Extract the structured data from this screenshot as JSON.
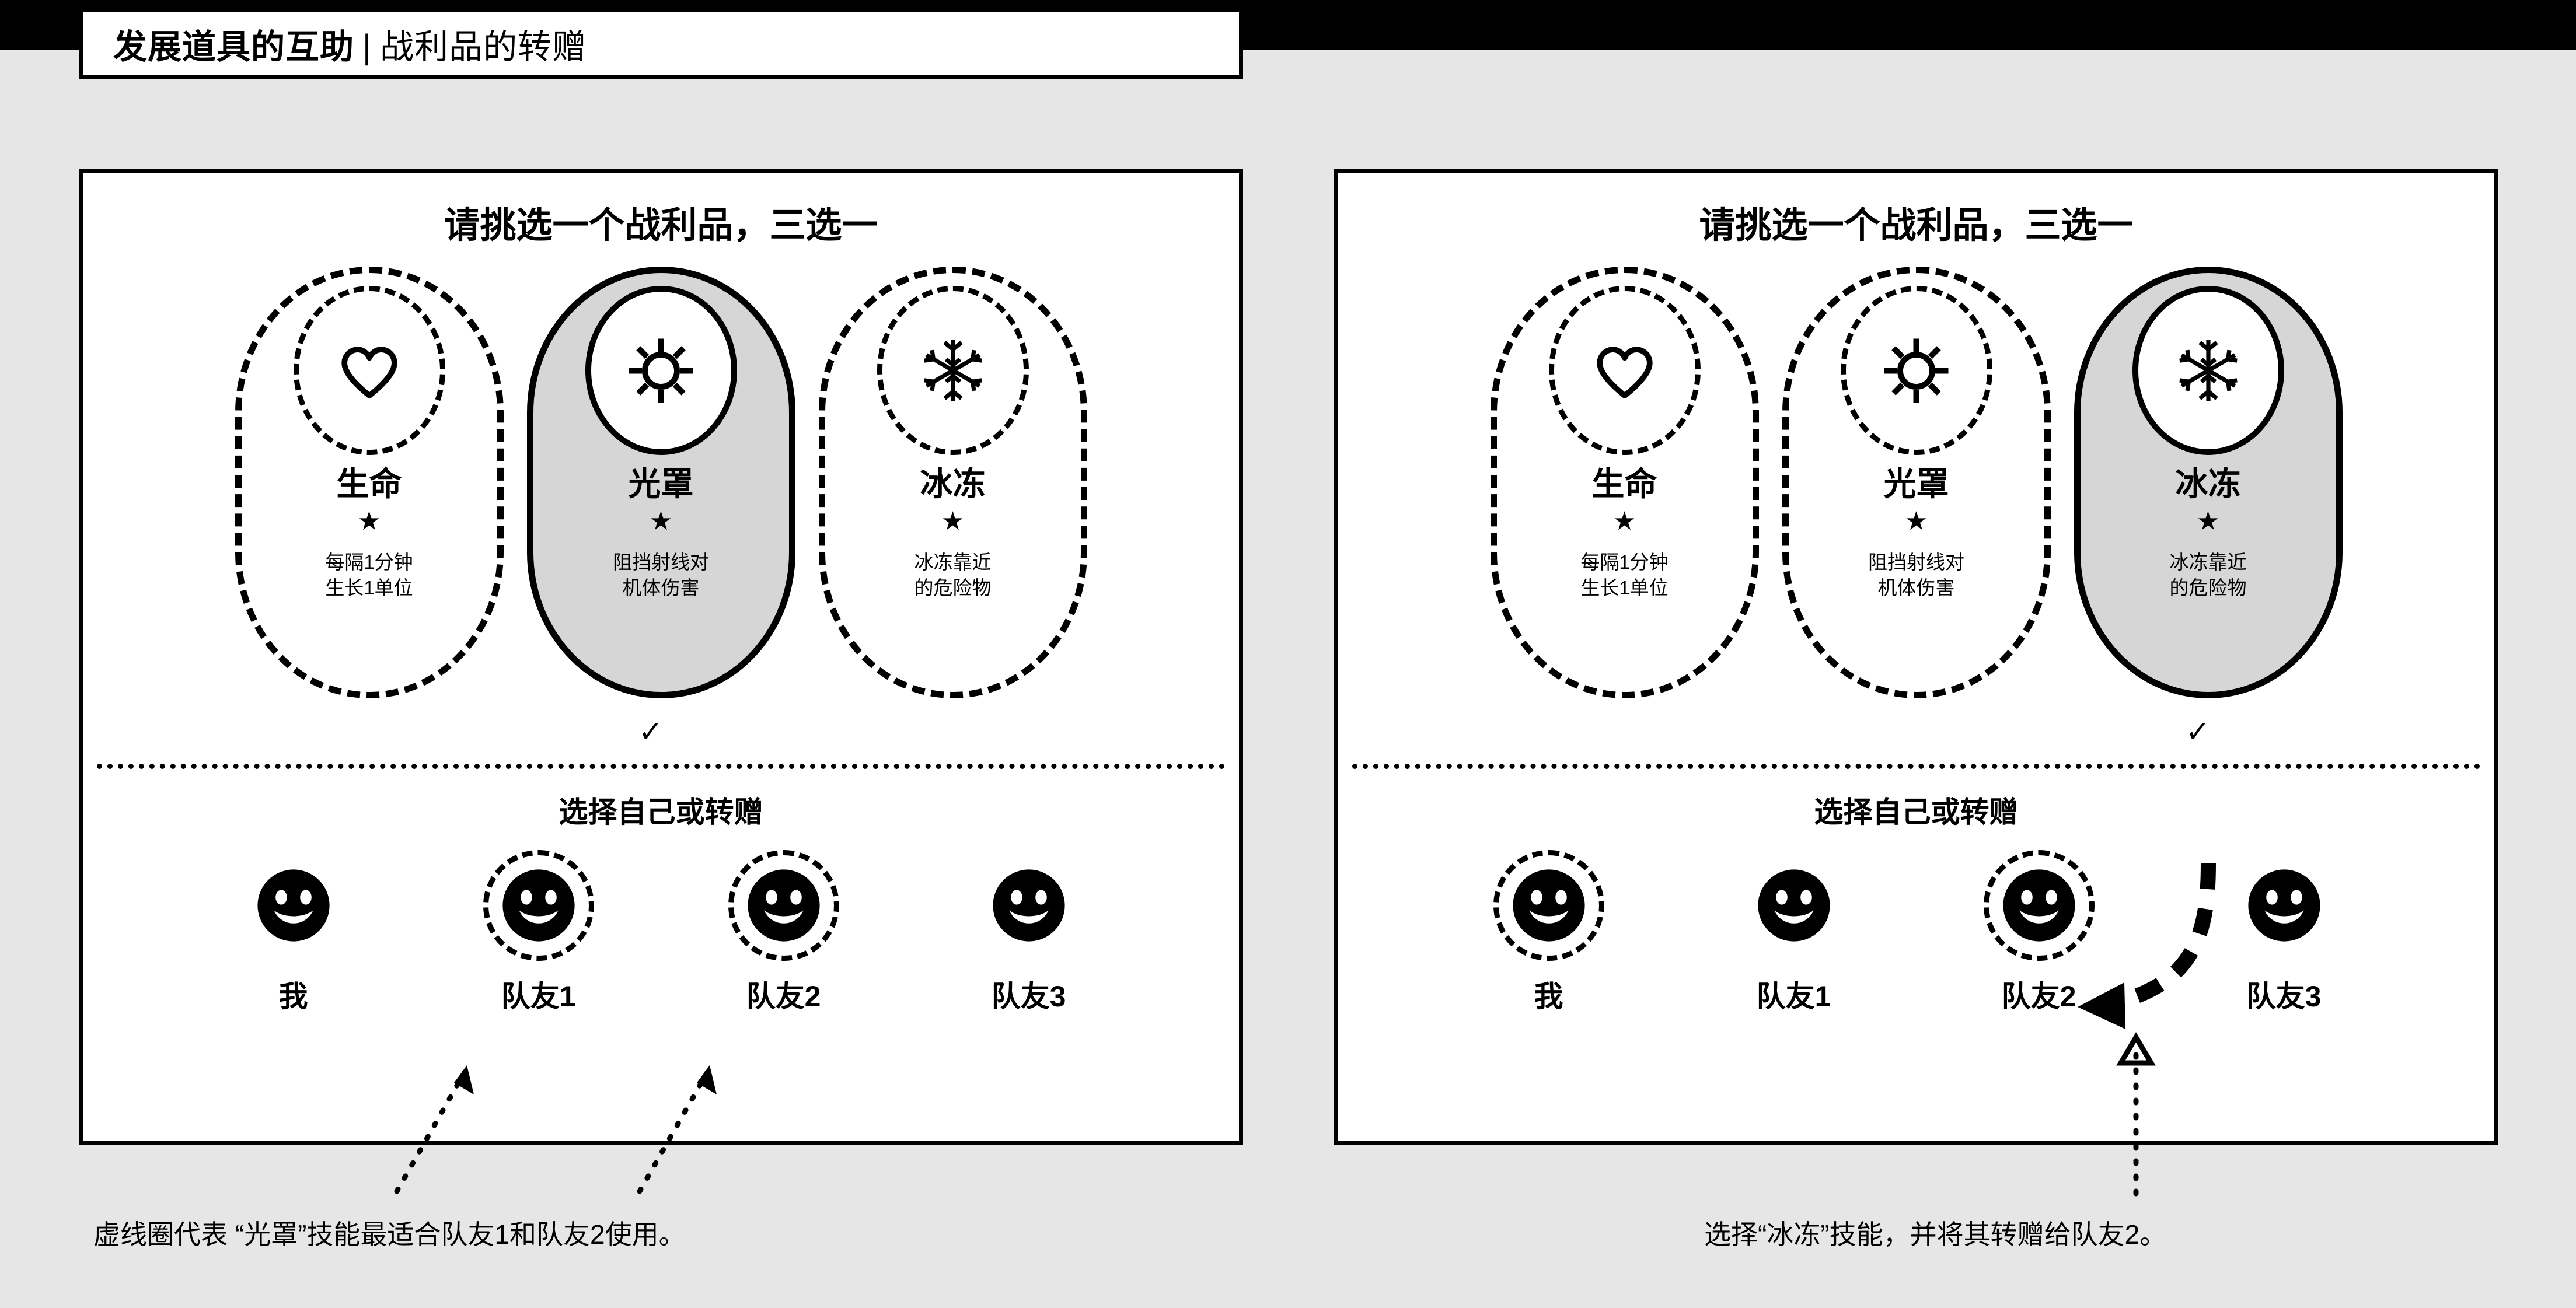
{
  "header": {
    "title_bold": "发展道具的互助",
    "title_separator": "|",
    "title_light": "战利品的转赠"
  },
  "panels": [
    {
      "id": "left",
      "heading": "请挑选一个战利品，三选一",
      "share_heading": "选择自己或转赠",
      "check_mark": "✓",
      "cards": [
        {
          "icon": "heart-icon",
          "name": "生命",
          "rarity": "★",
          "desc_line1": "每隔1分钟",
          "desc_line2": "生长1单位",
          "selected": false
        },
        {
          "icon": "shield-light-icon",
          "name": "光罩",
          "rarity": "★",
          "desc_line1": "阻挡射线对",
          "desc_line2": "机体伤害",
          "selected": true
        },
        {
          "icon": "snowflake-icon",
          "name": "冰冻",
          "rarity": "★",
          "desc_line1": "冰冻靠近",
          "desc_line2": "的危险物",
          "selected": false
        }
      ],
      "people": [
        {
          "label": "我",
          "highlighted": false
        },
        {
          "label": "队友1",
          "highlighted": true
        },
        {
          "label": "队友2",
          "highlighted": true
        },
        {
          "label": "队友3",
          "highlighted": false
        }
      ],
      "caption": "虚线圈代表 “光罩”技能最适合队友1和队友2使用。"
    },
    {
      "id": "right",
      "heading": "请挑选一个战利品，三选一",
      "share_heading": "选择自己或转赠",
      "check_mark": "✓",
      "cards": [
        {
          "icon": "heart-icon",
          "name": "生命",
          "rarity": "★",
          "desc_line1": "每隔1分钟",
          "desc_line2": "生长1单位",
          "selected": false
        },
        {
          "icon": "shield-light-icon",
          "name": "光罩",
          "rarity": "★",
          "desc_line1": "阻挡射线对",
          "desc_line2": "机体伤害",
          "selected": false
        },
        {
          "icon": "snowflake-icon",
          "name": "冰冻",
          "rarity": "★",
          "desc_line1": "冰冻靠近",
          "desc_line2": "的危险物",
          "selected": true
        }
      ],
      "people": [
        {
          "label": "我",
          "highlighted": true
        },
        {
          "label": "队友1",
          "highlighted": false
        },
        {
          "label": "队友2",
          "highlighted": true
        },
        {
          "label": "队友3",
          "highlighted": false
        }
      ],
      "caption": "选择“冰冻”技能，并将其转赠给队友2。"
    }
  ],
  "colors": {
    "background": "#e6e6e6",
    "panel": "#ffffff",
    "ink": "#000000",
    "selected_fill": "#d6d6d6"
  }
}
